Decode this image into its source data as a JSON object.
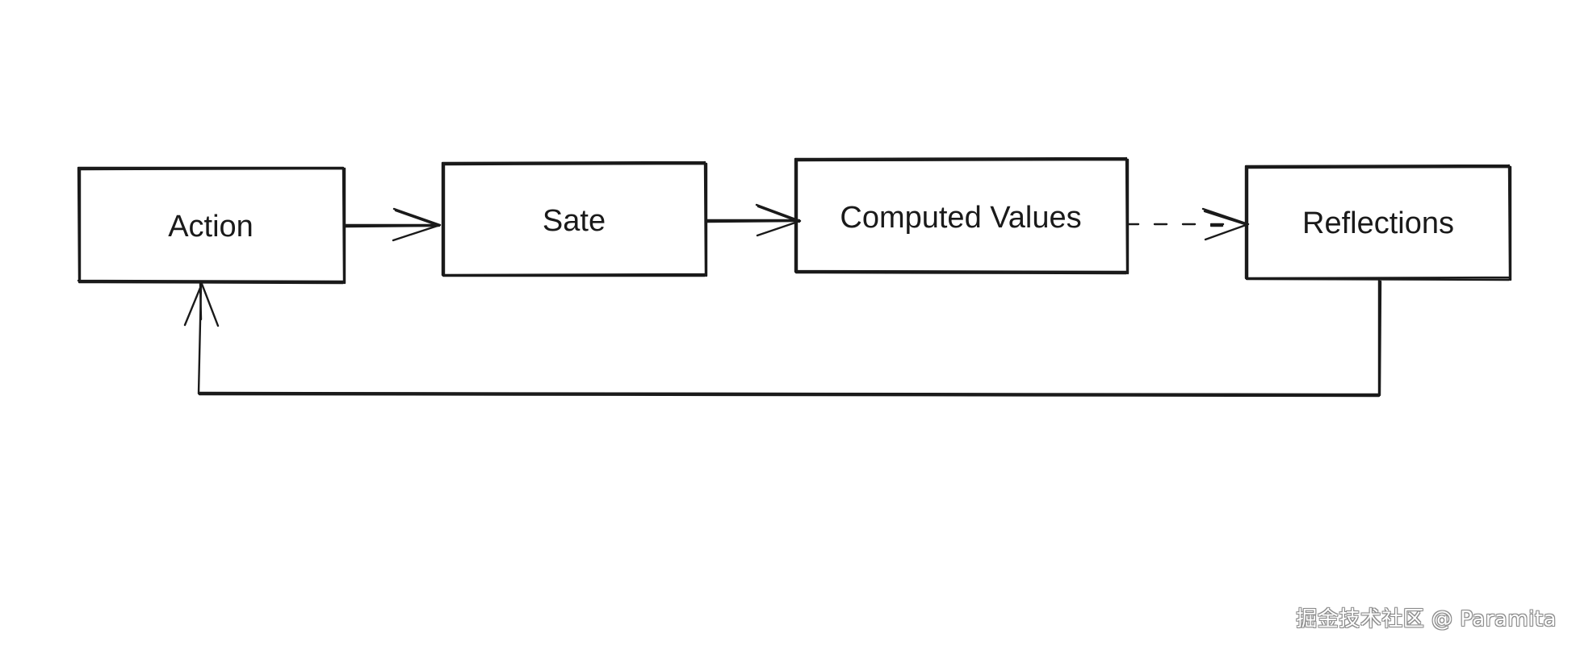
{
  "nodes": [
    {
      "id": "action",
      "label": "Action"
    },
    {
      "id": "state",
      "label": "Sate"
    },
    {
      "id": "computed",
      "label": "Computed Values"
    },
    {
      "id": "reflections",
      "label": "Reflections"
    }
  ],
  "edges": [
    {
      "from": "action",
      "to": "state",
      "style": "solid"
    },
    {
      "from": "state",
      "to": "computed",
      "style": "solid"
    },
    {
      "from": "computed",
      "to": "reflections",
      "style": "dashed"
    },
    {
      "from": "reflections",
      "to": "action",
      "style": "solid"
    }
  ],
  "watermark": "掘金技术社区 @ Paramita",
  "colors": {
    "stroke": "#1a1a1a",
    "background": "#ffffff"
  }
}
